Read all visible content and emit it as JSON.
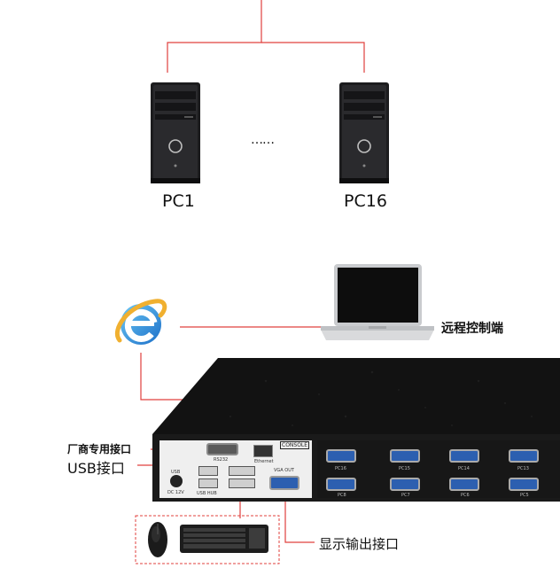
{
  "computers": [
    {
      "label": "PC1"
    },
    {
      "label": "PC16"
    }
  ],
  "ellipsis": "……",
  "remote": {
    "label": "远程控制端"
  },
  "kvm": {
    "console_label": "CONSOLE",
    "rs232_label": "RS232",
    "ethernet_label": "Ethernet",
    "usb_hub_label": "USB HUB",
    "usb_label": "USB",
    "dc_label": "DC 12V",
    "vga_out_label": "VGA OUT",
    "port_labels_top": [
      "PC16",
      "PC15",
      "PC14",
      "PC13"
    ],
    "port_labels_bottom": [
      "PC8",
      "PC7",
      "PC6",
      "PC5"
    ]
  },
  "callouts": {
    "vendor_port": "厂商专用接口",
    "usb_port": "USB接口",
    "display_port": "显示输出接口"
  },
  "colors": {
    "wire": "#e0403e",
    "chassis": "#121212",
    "port_blue": "#2c5fb0"
  }
}
